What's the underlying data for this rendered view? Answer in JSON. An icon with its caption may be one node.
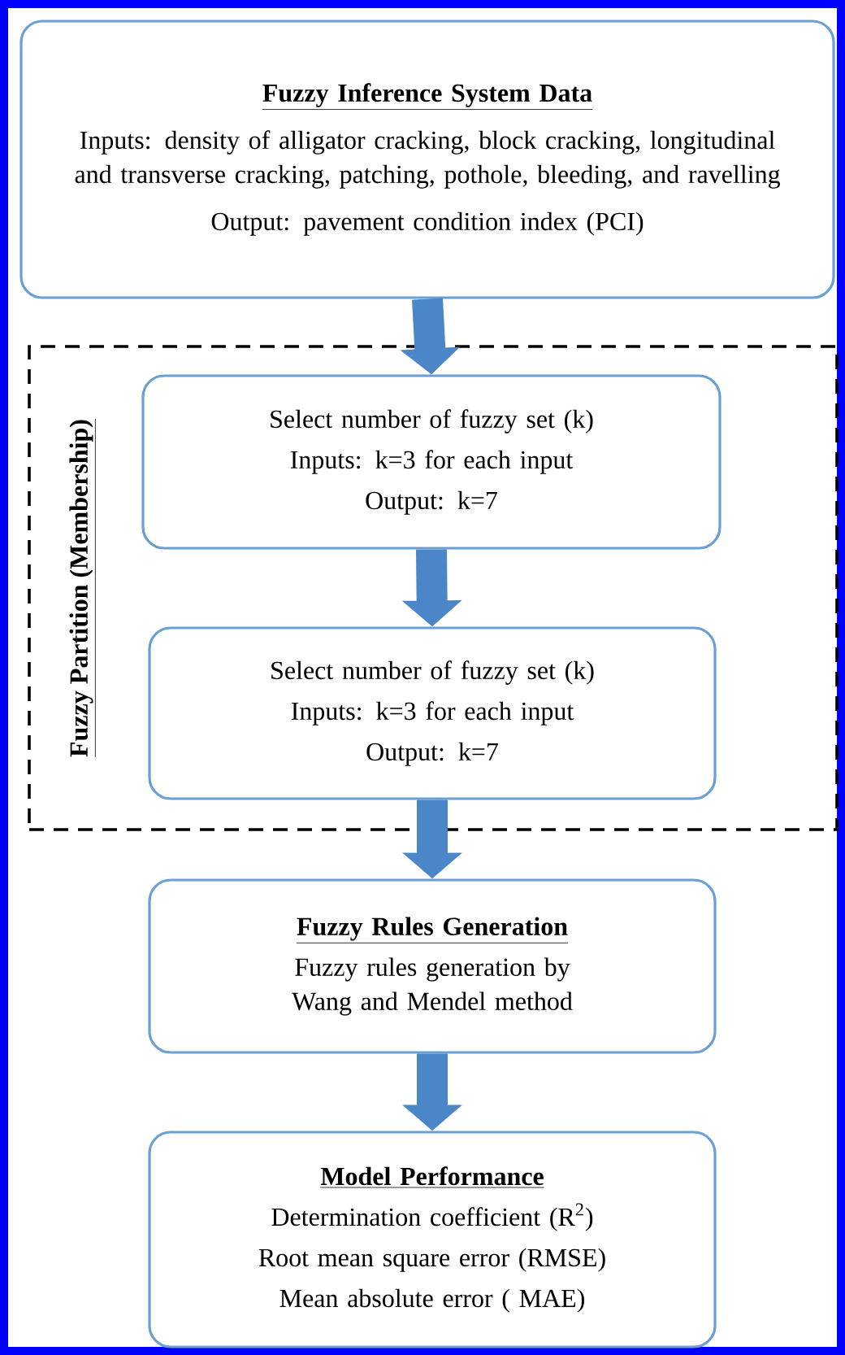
{
  "diagram": {
    "nodes": [
      {
        "text": [
          "Fuzzy Inference System Data",
          "Inputs: density of alligator cracking, block cracking, longitudinal and transverse cracking, patching, pothole, bleeding, and ravelling",
          "Output: pavement condition index (PCI)"
        ]
      },
      {
        "text": [
          "Fuzzy Partition (Membership)"
        ]
      },
      {
        "text": [
          "Select number of fuzzy set (k)",
          "Inputs: k=3 for each input",
          "Output: k=7"
        ],
        "in": 1
      },
      {
        "text": [
          "Select number of fuzzy set (k)",
          "Inputs: k=3 for each input",
          "Output: k=7"
        ],
        "in": 1
      },
      {
        "text": [
          "Fuzzy Rules Generation",
          "Fuzzy rules generation by Wang and Mendel method"
        ]
      },
      {
        "text": [
          "Model Performance",
          "Determination coefficient (R$^{2}$)",
          "Root mean square error (RMSE)",
          "Mean absolute error ( MAE)"
        ]
      }
    ],
    "edges": [
      {
        "from": 0,
        "to": 2,
        "arrow": "to"
      },
      {
        "from": 2,
        "to": 3,
        "arrow": "to"
      },
      {
        "from": 3,
        "to": 4,
        "arrow": "to"
      },
      {
        "from": 4,
        "to": 5,
        "arrow": "to"
      }
    ]
  }
}
